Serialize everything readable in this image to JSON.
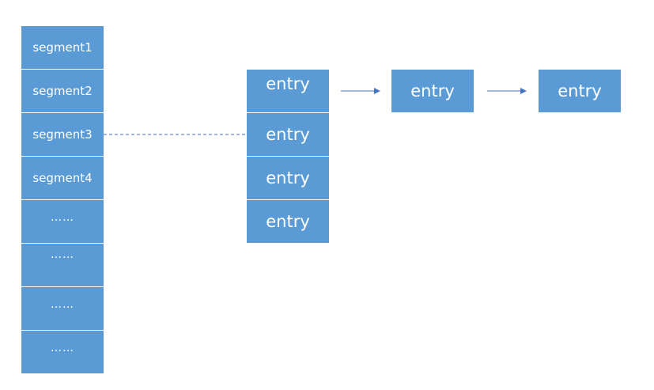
{
  "segments": [
    {
      "label": "segment1"
    },
    {
      "label": "segment2"
    },
    {
      "label": "segment3"
    },
    {
      "label": "segment4"
    },
    {
      "label": "……"
    },
    {
      "label": "……"
    },
    {
      "label": "……"
    },
    {
      "label": "……"
    }
  ],
  "entries": [
    {
      "label": "entry"
    },
    {
      "label": "entry"
    },
    {
      "label": "entry"
    },
    {
      "label": "entry"
    }
  ],
  "chain": [
    {
      "label": "entry"
    },
    {
      "label": "entry"
    }
  ],
  "colors": {
    "box_fill": "#5b9bd5",
    "box_border": "#ffffff",
    "connector": "#4472c4",
    "text": "#ffffff"
  }
}
